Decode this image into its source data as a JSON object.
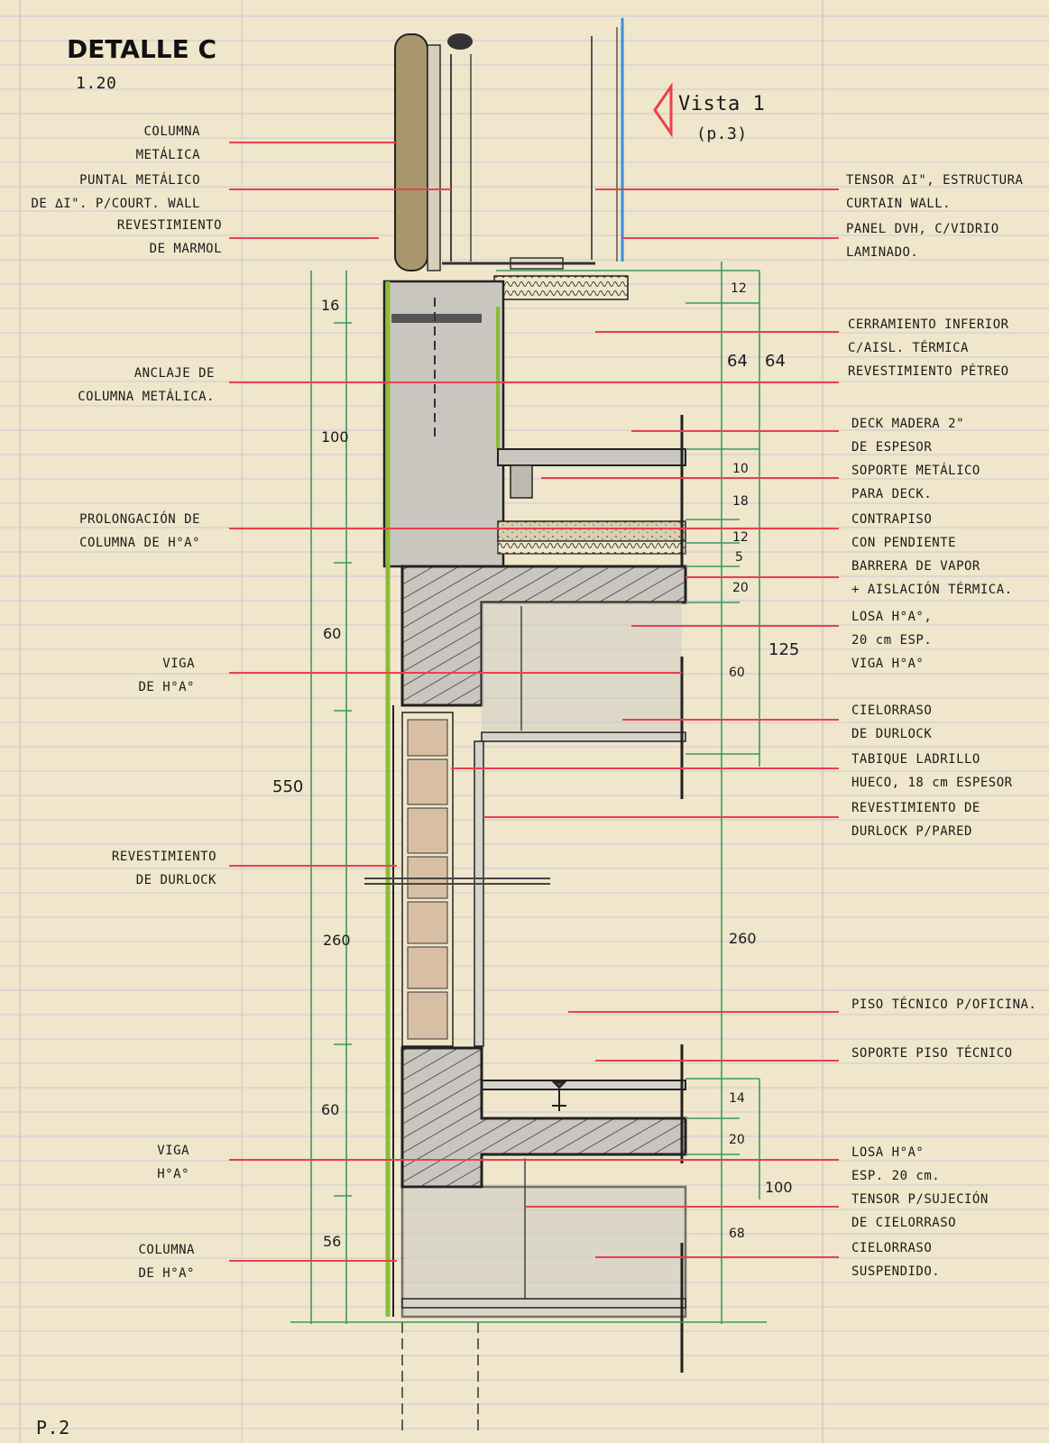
{
  "title": "DETALLE C",
  "scale": "1.20",
  "view_marker": {
    "label": "Vista 1",
    "ref": "(p.3)"
  },
  "page_number": "P.2",
  "colors": {
    "paper": "#efe6cb",
    "ruled_line": "#c9c1d6",
    "leader_red": "#e8424a",
    "dimension_green": "#3a9a5e",
    "concrete_gray": "#c9c6c0",
    "brick_tan": "#d8bfa3",
    "column_brown": "#a8976e",
    "insulation_green": "#8dbb3a",
    "glass_blue": "#3a8ed9"
  },
  "left_labels": [
    {
      "id": "columna-metalica",
      "lines": [
        "COLUMNA",
        "METÁLICA"
      ]
    },
    {
      "id": "puntal-metalico",
      "lines": [
        "PUNTAL METÁLICO",
        "DE ∆I\". P/COURT. WALL"
      ]
    },
    {
      "id": "revestimiento-marmol",
      "lines": [
        "REVESTIMIENTO",
        "DE MARMOL"
      ]
    },
    {
      "id": "anclaje-columna",
      "lines": [
        "ANCLAJE DE",
        "COLUMNA METÁLICA."
      ]
    },
    {
      "id": "prolongacion-columna",
      "lines": [
        "PROLONGACIÓN DE",
        "COLUMNA DE H°A°"
      ]
    },
    {
      "id": "viga-ha-1",
      "lines": [
        "VIGA",
        "DE H°A°"
      ]
    },
    {
      "id": "revestimiento-durlock",
      "lines": [
        "REVESTIMIENTO",
        "DE DURLOCK"
      ]
    },
    {
      "id": "viga-ha-2",
      "lines": [
        "VIGA",
        "H°A°"
      ]
    },
    {
      "id": "columna-ha",
      "lines": [
        "COLUMNA",
        "DE H°A°"
      ]
    }
  ],
  "right_labels": [
    {
      "id": "tensor",
      "lines": [
        "TENSOR ∆I\", ESTRUCTURA",
        "CURTAIN WALL."
      ]
    },
    {
      "id": "panel-dvh",
      "lines": [
        "PANEL DVH, C/VIDRIO",
        "LAMINADO."
      ]
    },
    {
      "id": "cerramiento-inferior",
      "lines": [
        "CERRAMIENTO INFERIOR",
        "C/AISL. TÉRMICA",
        "REVESTIMIENTO PÉTREO"
      ]
    },
    {
      "id": "deck-madera",
      "lines": [
        "DECK MADERA 2\"",
        "DE ESPESOR"
      ]
    },
    {
      "id": "soporte-metalico",
      "lines": [
        "SOPORTE METÁLICO",
        "PARA DECK."
      ]
    },
    {
      "id": "contrapiso",
      "lines": [
        "CONTRAPISO",
        "CON PENDIENTE"
      ]
    },
    {
      "id": "barrera-vapor",
      "lines": [
        "BARRERA DE VAPOR",
        "+ AISLACIÓN TÉRMICA."
      ]
    },
    {
      "id": "losa-ha-1",
      "lines": [
        "LOSA H°A°,",
        "20 cm ESP.",
        "VIGA H°A°"
      ]
    },
    {
      "id": "cielorraso-durlock",
      "lines": [
        "CIELORRASO",
        "DE DURLOCK"
      ]
    },
    {
      "id": "tabique-ladrillo",
      "lines": [
        "TABIQUE LADRILLO",
        "HUECO, 18 cm ESPESOR"
      ]
    },
    {
      "id": "revestimiento-durlock-pared",
      "lines": [
        "REVESTIMIENTO DE",
        "DURLOCK P/PARED"
      ]
    },
    {
      "id": "piso-tecnico",
      "lines": [
        "PISO TÉCNICO P/OFICINA."
      ]
    },
    {
      "id": "soporte-piso-tecnico",
      "lines": [
        "SOPORTE PISO TÉCNICO"
      ]
    },
    {
      "id": "losa-ha-2",
      "lines": [
        "LOSA H°A°",
        "ESP. 20 cm."
      ]
    },
    {
      "id": "tensor-cielorraso",
      "lines": [
        "TENSOR P/SUJECIÓN",
        "DE CIELORRASO"
      ]
    },
    {
      "id": "cielorraso-suspendido",
      "lines": [
        "CIELORRASO",
        "SUSPENDIDO."
      ]
    }
  ],
  "dimensions": {
    "d16": "16",
    "d100": "100",
    "d60a": "60",
    "d550": "550",
    "d260a": "260",
    "d60b": "60",
    "d56": "56",
    "d12a": "12",
    "d64a": "64",
    "d64b": "64",
    "d10": "10",
    "d18": "18",
    "d12b": "12",
    "d5": "5",
    "d20a": "20",
    "d125": "125",
    "d60c": "60",
    "d260b": "260",
    "d14": "14",
    "d20b": "20",
    "d100b": "100",
    "d68": "68"
  }
}
